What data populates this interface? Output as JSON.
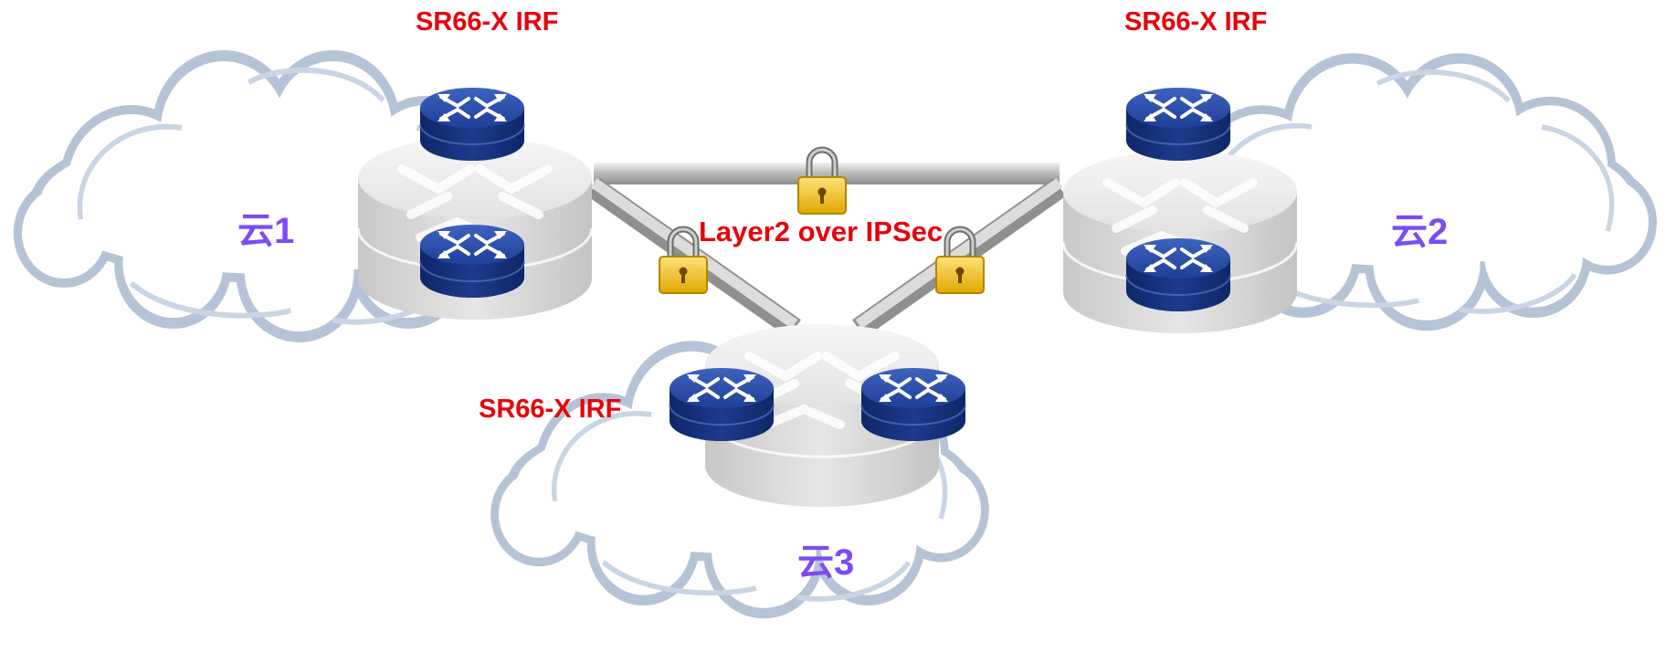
{
  "colors": {
    "device_label": "#e8000b",
    "cloud_label": "#7b4cf5",
    "tunnel_label": "#e8000b",
    "router": "#1e3f96",
    "router_dark": "#0f2768",
    "irf_body": "#dedede",
    "link": "#c8c8c8",
    "cloud_fill": "#ffffff",
    "cloud_outline": "#b4c4d6",
    "lock_body": "#f2c21a"
  },
  "clouds": [
    {
      "label": "云1"
    },
    {
      "label": "云2"
    },
    {
      "label": "云3"
    }
  ],
  "devices": [
    {
      "label": "SR66-X IRF"
    },
    {
      "label": "SR66-X IRF"
    },
    {
      "label": "SR66-X IRF"
    }
  ],
  "link_label": "Layer2 over IPSec",
  "icons": {
    "router": "router-icon",
    "lock": "padlock-icon",
    "cloud": "cloud-icon"
  }
}
